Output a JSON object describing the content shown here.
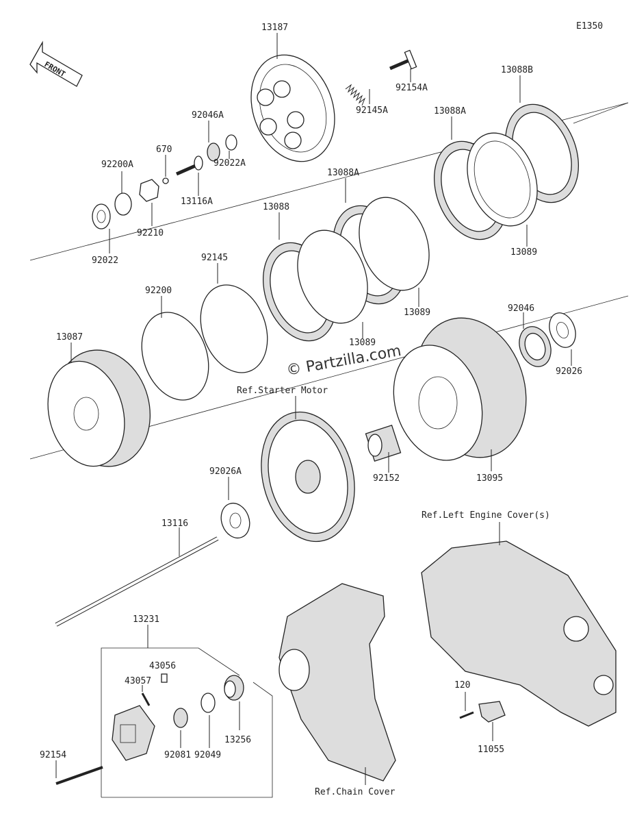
{
  "diagram_code": "E1350",
  "front_label": "FRONT",
  "watermark": "© Partzilla.com",
  "references": {
    "starter_motor": "Ref.Starter Motor",
    "left_engine_cover": "Ref.Left Engine Cover(s)",
    "chain_cover": "Ref.Chain Cover"
  },
  "parts": {
    "p13187": "13187",
    "p92154A": "92154A",
    "p92145A": "92145A",
    "p13088B": "13088B",
    "p13088A_top": "13088A",
    "p92046A": "92046A",
    "p670": "670",
    "p92200A": "92200A",
    "p92022A": "92022A",
    "p13116A": "13116A",
    "p92210": "92210",
    "p92022": "92022",
    "p13088A_mid": "13088A",
    "p13088": "13088",
    "p13089_right": "13089",
    "p92145": "92145",
    "p92200": "92200",
    "p13089_mid": "13089",
    "p13089_low": "13089",
    "p92046": "92046",
    "p92026": "92026",
    "p13087": "13087",
    "p92152": "92152",
    "p13095": "13095",
    "p92026A": "92026A",
    "p13116": "13116",
    "p13231": "13231",
    "p43056": "43056",
    "p43057": "43057",
    "p92154": "92154",
    "p92081": "92081",
    "p92049": "92049",
    "p13256": "13256",
    "p120": "120",
    "p11055": "11055"
  }
}
